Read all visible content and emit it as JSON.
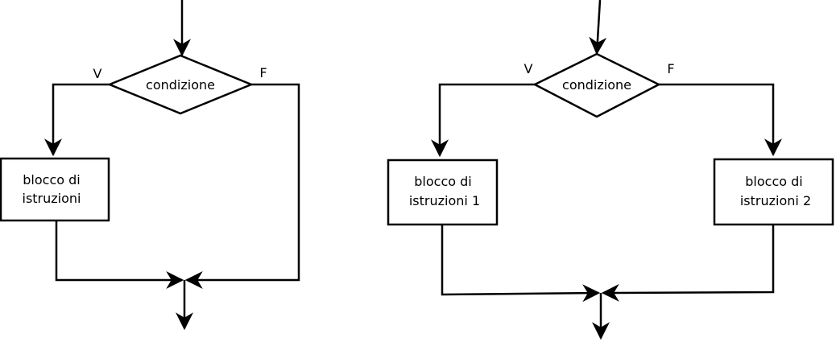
{
  "diagrams": {
    "left": {
      "condition": "condizione",
      "true_label": "V",
      "false_label": "F",
      "block_line1": "blocco di",
      "block_line2": "istruzioni"
    },
    "right": {
      "condition": "condizione",
      "true_label": "V",
      "false_label": "F",
      "block1_line1": "blocco di",
      "block1_line2": "istruzioni 1",
      "block2_line1": "blocco di",
      "block2_line2": "istruzioni 2"
    }
  }
}
